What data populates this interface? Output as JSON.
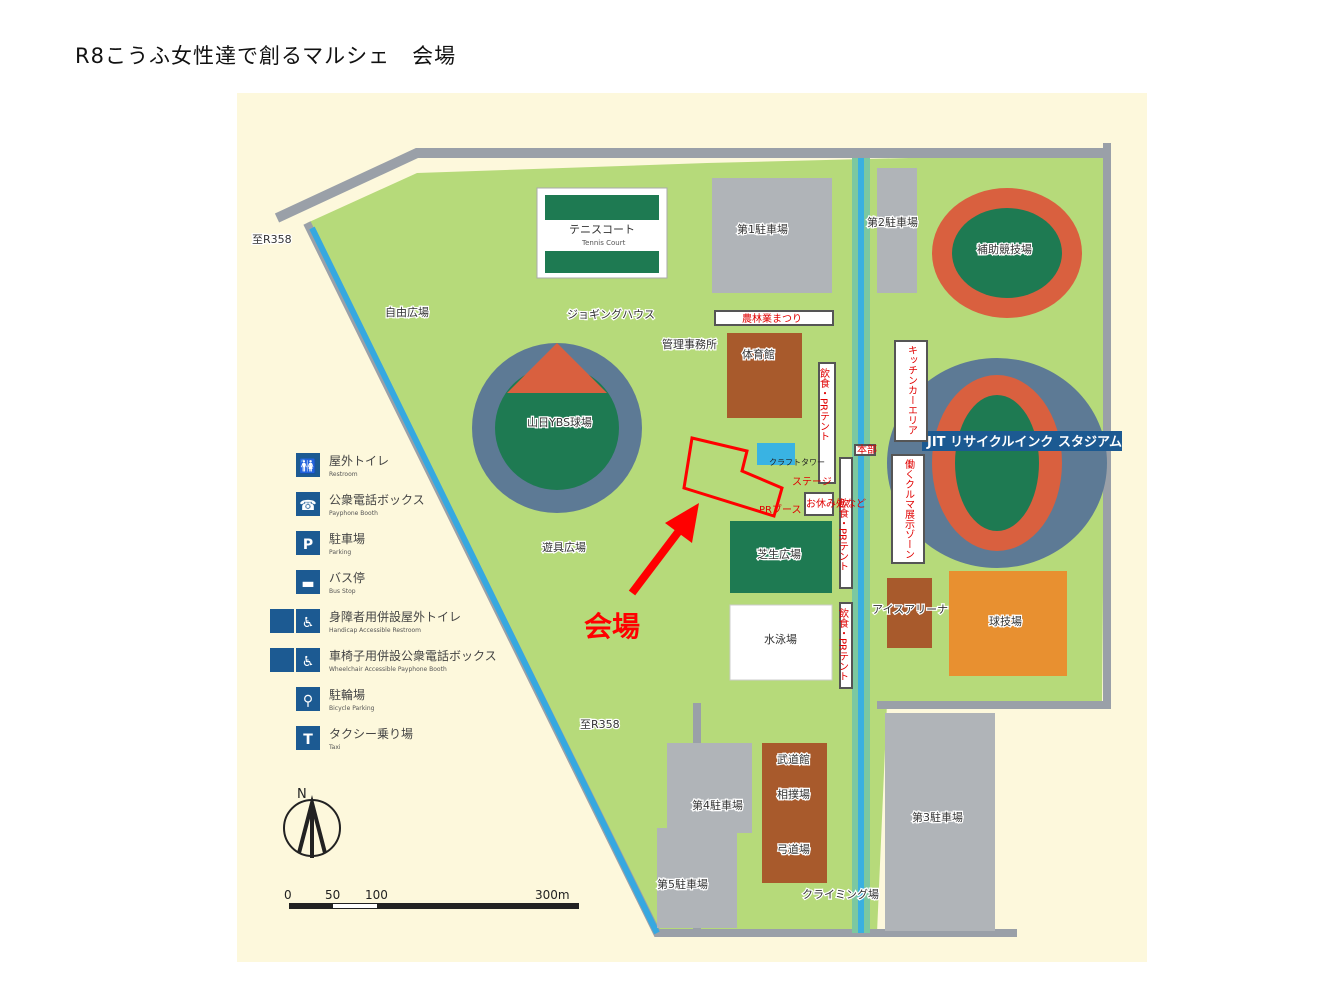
{
  "title": "R8こうふ女性達で創るマルシェ　会場",
  "venue_label": "会場",
  "colors": {
    "background": "#fdf8dc",
    "green": "#a9d26a",
    "road": "#9aa0a8",
    "field": "#1e7a52",
    "track": "#d9603f",
    "accent": "#ff0000",
    "legend_blue": "#1c5a92"
  },
  "facilities": {
    "baseball": "山日YBS球場",
    "free_plaza": "自由広場",
    "jogging_house": "ジョギングハウス",
    "admin_office": "管理事務所",
    "gym": "体育館",
    "tennis": "テニスコート",
    "tennis_en": "Tennis Court",
    "parking1": "第1駐車場",
    "parking2": "第2駐車場",
    "aux_track": "補助競技場",
    "stadium": "JIT リサイクルインク スタジアム",
    "lawn": "芝生広場",
    "pool": "水泳場",
    "ice_arena": "アイスアリーナ",
    "ball_field": "球技場",
    "playground": "遊具広場",
    "budokan": "武道館",
    "sumo": "相撲場",
    "kyudo": "弓道場",
    "climbing": "クライミング場",
    "parking4": "第4駐車場",
    "parking5": "第5駐車場",
    "parking3": "第3駐車場",
    "craft_tower": "クラフトタワー",
    "route_west": "至R358",
    "route_south": "至R358"
  },
  "event_zones": {
    "agri_festival": "農林業まつり",
    "food_pr_1": "飲食・PRテント",
    "food_pr_2": "飲食・PRテント",
    "food_pr_3": "飲食・PRテント",
    "kitchen_car": "キッチンカーエリア",
    "car_display": "働くクルマ展示ゾーン",
    "hq": "本部",
    "stage": "ステージ",
    "pr_booth": "PRブース",
    "rest": "お休み処など"
  },
  "legend": [
    {
      "icon": "restroom-icon",
      "ja": "屋外トイレ",
      "en": "Restroom"
    },
    {
      "icon": "payphone-icon",
      "ja": "公衆電話ボックス",
      "en": "Payphone Booth"
    },
    {
      "icon": "parking-icon",
      "ja": "駐車場",
      "en": "Parking"
    },
    {
      "icon": "bus-icon",
      "ja": "バス停",
      "en": "Bus Stop"
    },
    {
      "icon": "accessible-restroom-icon",
      "ja": "身障者用併設屋外トイレ",
      "en": "Handicap Accessible Restroom"
    },
    {
      "icon": "accessible-payphone-icon",
      "ja": "車椅子用併設公衆電話ボックス",
      "en": "Wheelchair Accessible Payphone Booth"
    },
    {
      "icon": "bicycle-icon",
      "ja": "駐輪場",
      "en": "Bicycle Parking"
    },
    {
      "icon": "taxi-icon",
      "ja": "タクシー乗り場",
      "en": "Taxi"
    }
  ],
  "scale": {
    "ticks": [
      "0",
      "50",
      "100",
      "300m"
    ]
  },
  "compass": "N"
}
